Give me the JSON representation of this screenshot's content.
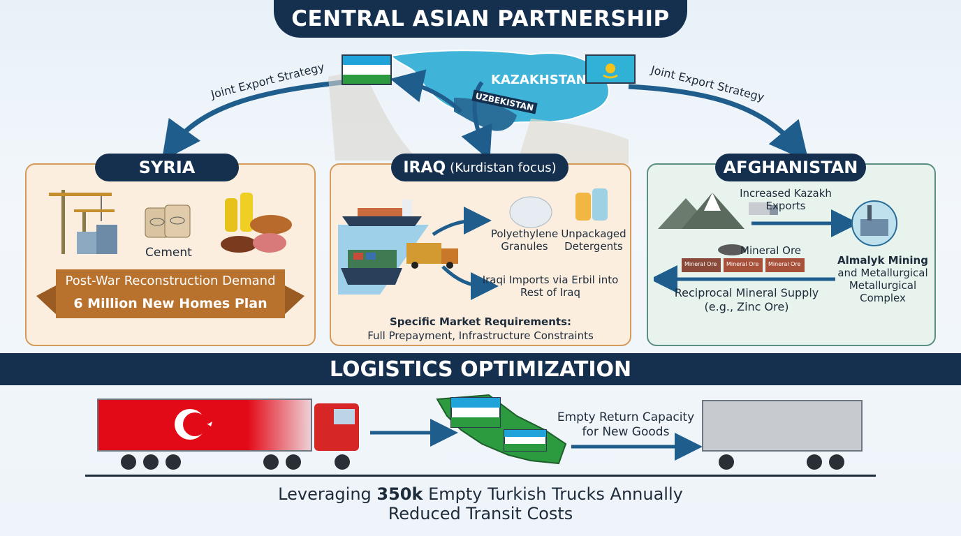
{
  "title": "CENTRAL ASIAN PARTNERSHIP",
  "map": {
    "kazakhstan_label": "KAZAKHSTAN",
    "uzbekistan_label": "UZBEKISTAN",
    "joint_export_left": "Joint Export Strategy",
    "joint_export_right": "Joint Export Strategy"
  },
  "syria": {
    "title": "SYRIA",
    "cement_label": "Cement",
    "ribbon_line1": "Post-War Reconstruction Demand",
    "ribbon_line2": "6 Million New Homes Plan"
  },
  "iraq": {
    "title": "IRAQ",
    "title_sub": "(Kurdistan focus)",
    "product1": "Polyethylene Granules",
    "product2": "Unpackaged Detergents",
    "imports_note": "Iraqi Imports via Erbil into Rest of Iraq",
    "requirements_title": "Specific Market Requirements:",
    "requirements_text": "Full Prepayment, Infrastructure Constraints"
  },
  "afghanistan": {
    "title": "AFGHANISTAN",
    "exports_label": "Increased Kazakh Exports",
    "ore_label": "Mineral Ore",
    "wagon_labels": [
      "Mineral Ore",
      "Mineral Ore",
      "Mineral Ore"
    ],
    "complex_line1": "Almalyk Mining",
    "complex_line2": "and Metallurgical Metallurgical Complex",
    "supply_line1": "Reciprocal Mineral Supply",
    "supply_line2": "(e.g., Zinc Ore)"
  },
  "logistics": {
    "title": "LOGISTICS OPTIMIZATION",
    "empty_return_line1": "Empty Return Capacity",
    "empty_return_line2": "for New Goods",
    "footer_pre": "Leveraging ",
    "footer_bold": "350k",
    "footer_post": " Empty Turkish Trucks Annually",
    "footer_line2": "Reduced Transit Costs"
  },
  "colors": {
    "navy": "#15304f",
    "arrow_blue": "#1f5e8c",
    "turkey_red": "#e30a17",
    "uz_green": "#2c9b40",
    "kz_blue": "#2fb2d6",
    "ribbon_brown": "#b8722e"
  },
  "icons": [
    "construction-crane-icon",
    "cement-bag-icon",
    "food-produce-icon",
    "cargo-ship-icon",
    "truck-icon",
    "granules-icon",
    "detergent-bottle-icon",
    "mountain-icon",
    "factory-icon",
    "train-wagon-icon",
    "turkish-flag-icon",
    "uzbek-flag-icon",
    "kazakh-flag-icon"
  ]
}
